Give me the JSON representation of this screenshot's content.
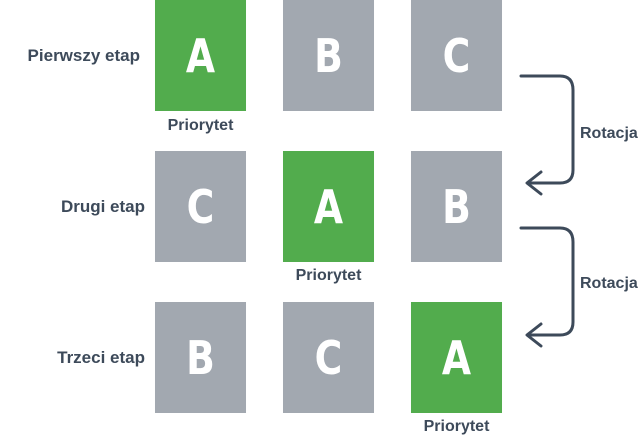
{
  "stages": [
    {
      "label": "Pierwszy etap",
      "tiles": [
        {
          "letter": "A",
          "color": "#52ac4d"
        },
        {
          "letter": "B",
          "color": "#a2a8b0"
        },
        {
          "letter": "C",
          "color": "#a2a8b0"
        }
      ],
      "priority_label": "Priorytet"
    },
    {
      "label": "Drugi etap",
      "tiles": [
        {
          "letter": "C",
          "color": "#a2a8b0"
        },
        {
          "letter": "A",
          "color": "#52ac4d"
        },
        {
          "letter": "B",
          "color": "#a2a8b0"
        }
      ],
      "priority_label": "Priorytet"
    },
    {
      "label": "Trzeci etap",
      "tiles": [
        {
          "letter": "B",
          "color": "#a2a8b0"
        },
        {
          "letter": "C",
          "color": "#a2a8b0"
        },
        {
          "letter": "A",
          "color": "#52ac4d"
        }
      ],
      "priority_label": "Priorytet"
    }
  ],
  "rotations": [
    {
      "label": "Rotacja",
      "icon": "curved-arrow-icon"
    },
    {
      "label": "Rotacja",
      "icon": "curved-arrow-icon"
    }
  ],
  "colors": {
    "priority": "#52ac4d",
    "default": "#a2a8b0",
    "text": "#3d4a5a",
    "arrow": "#3d4a5a"
  }
}
